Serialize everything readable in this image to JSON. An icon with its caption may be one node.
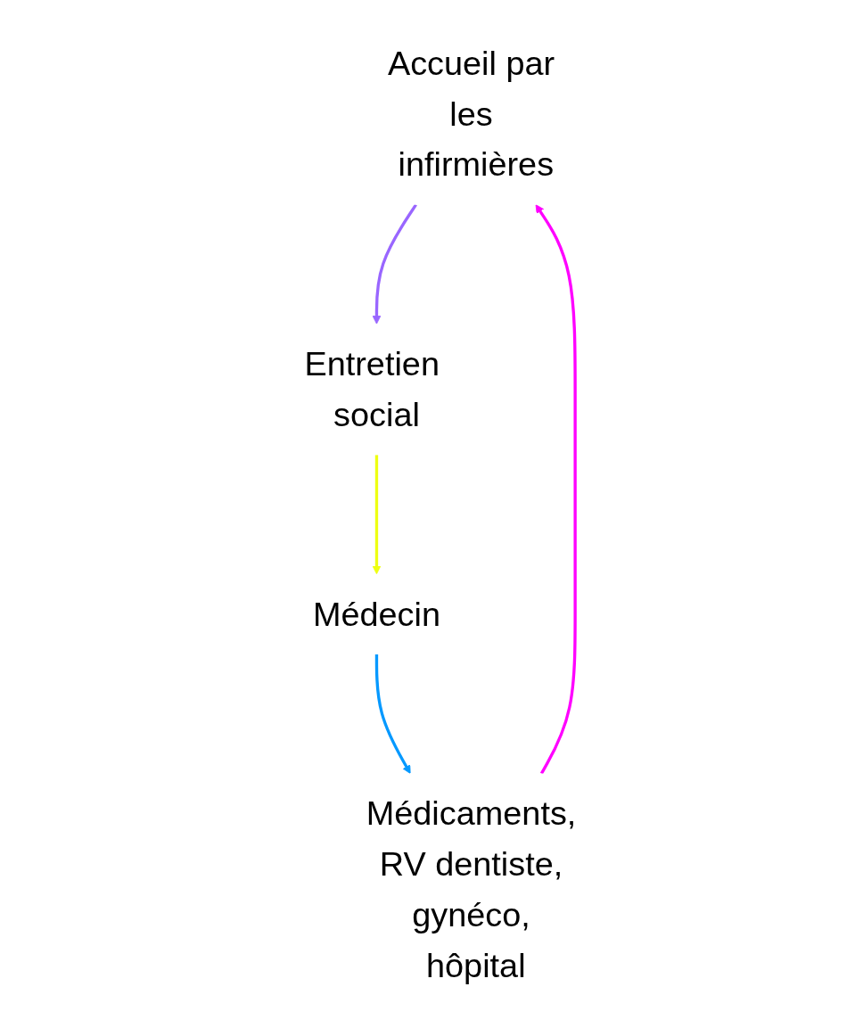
{
  "diagram": {
    "nodes": [
      {
        "text": [
          "Accueil par les infirmières"
        ]
      },
      {
        "text": [
          "Entretien social"
        ]
      },
      {
        "text": [
          "Médecin"
        ]
      },
      {
        "text": [
          "Médicaments, RV dentiste, gynéco, hôpital"
        ]
      }
    ],
    "edges": [
      {
        "from": 0,
        "to": 1,
        "arrow": "to",
        "color": "#9966ff"
      },
      {
        "from": 1,
        "to": 2,
        "arrow": "to",
        "color": "#eeff11"
      },
      {
        "from": 2,
        "to": 3,
        "arrow": "to",
        "color": "#0599ff"
      },
      {
        "from": 3,
        "to": 0,
        "arrow": "to",
        "color": "#ff00ff"
      }
    ]
  }
}
